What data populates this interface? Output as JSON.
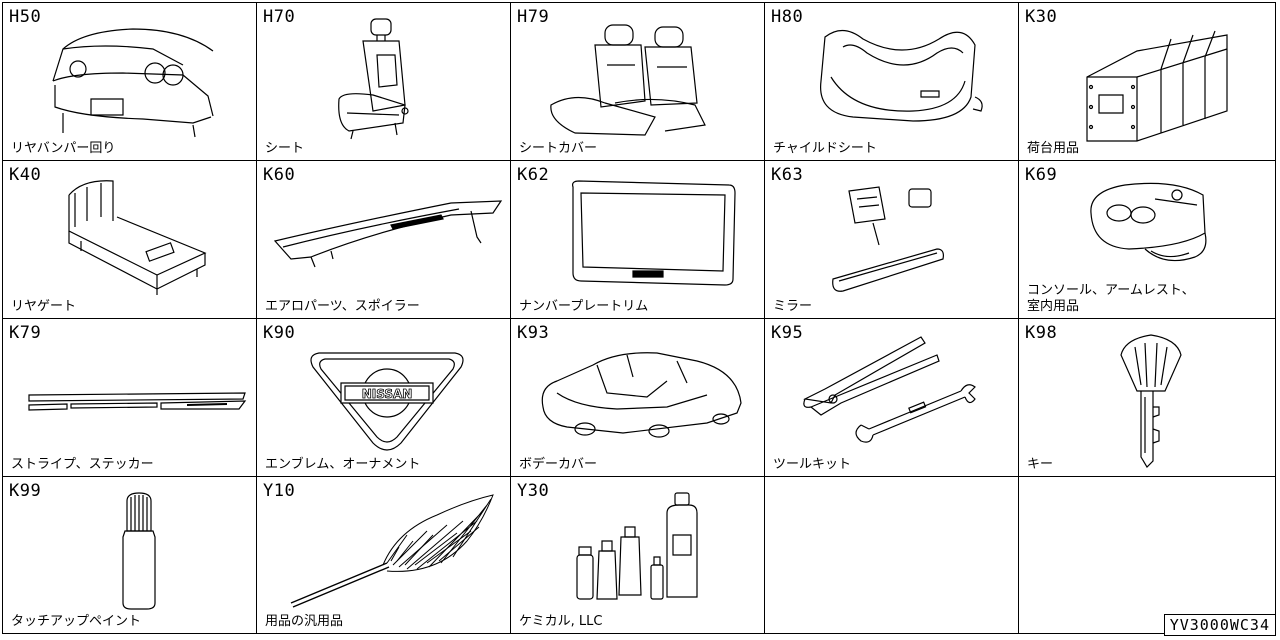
{
  "catalog": {
    "reference_code": "YV3000WC34",
    "items": [
      {
        "code": "H50",
        "label": "リヤバンパー回り",
        "icon": "rear-bumper-icon"
      },
      {
        "code": "H70",
        "label": "シート",
        "icon": "seat-icon"
      },
      {
        "code": "H79",
        "label": "シートカバー",
        "icon": "seat-cover-icon"
      },
      {
        "code": "H80",
        "label": "チャイルドシート",
        "icon": "child-seat-icon"
      },
      {
        "code": "K30",
        "label": "荷台用品",
        "icon": "cargo-box-icon"
      },
      {
        "code": "K40",
        "label": "リヤゲート",
        "icon": "rear-gate-icon"
      },
      {
        "code": "K60",
        "label": "エアロパーツ、スポイラー",
        "icon": "spoiler-icon"
      },
      {
        "code": "K62",
        "label": "ナンバープレートリム",
        "icon": "license-plate-rim-icon"
      },
      {
        "code": "K63",
        "label": "ミラー",
        "icon": "mirror-icon"
      },
      {
        "code": "K69",
        "label": "コンソール、アームレスト、\n室内用品",
        "icon": "console-icon"
      },
      {
        "code": "K79",
        "label": "ストライプ、ステッカー",
        "icon": "stripe-sticker-icon"
      },
      {
        "code": "K90",
        "label": "エンブレム、オーナメント",
        "icon": "emblem-icon"
      },
      {
        "code": "K93",
        "label": "ボデーカバー",
        "icon": "body-cover-icon"
      },
      {
        "code": "K95",
        "label": "ツールキット",
        "icon": "tool-kit-icon"
      },
      {
        "code": "K98",
        "label": "キー",
        "icon": "key-icon"
      },
      {
        "code": "K99",
        "label": "タッチアップペイント",
        "icon": "touch-up-paint-icon"
      },
      {
        "code": "Y10",
        "label": "用品の汎用品",
        "icon": "duster-icon"
      },
      {
        "code": "Y30",
        "label": "ケミカル, LLC",
        "icon": "chemical-bottles-icon"
      },
      {
        "code": "",
        "label": "",
        "icon": ""
      },
      {
        "code": "",
        "label": "",
        "icon": ""
      }
    ],
    "emblem_text": "NISSAN"
  }
}
